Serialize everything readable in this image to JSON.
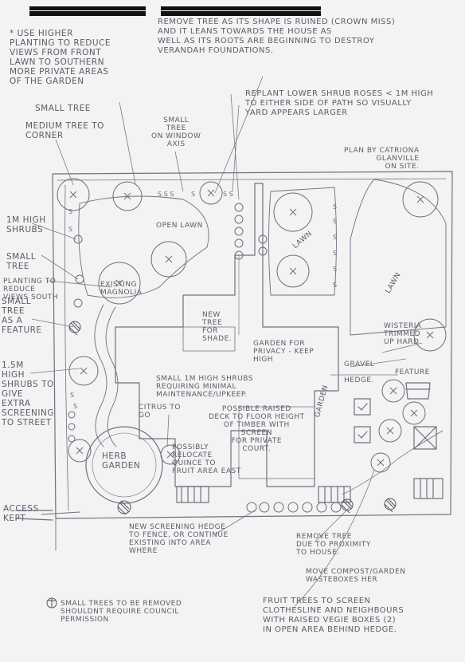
{
  "notes": {
    "higher_planting": "* USE HIGHER\nPLANTING TO REDUCE\nVIEWS FROM FRONT\nLAWN TO SOUTHERN\nMORE PRIVATE AREAS\nOF THE GARDEN",
    "small_tree_top": "SMALL TREE",
    "medium_tree": "MEDIUM TREE TO\nCORNER",
    "shrubs_1m": "1m HIGH\nSHRUBS",
    "small_tree_left": "SMALL\nTREE",
    "planting_reduce": "PLANTING TO REDUCE\nVIEWS SOUTH",
    "small_tree_feature": "SMALL\nTREE\nAS A\nFEATURE",
    "shrubs_15m": "1.5m\nHIGH\nSHRUBS TO\nGIVE\nEXTRA\nSCREENING\nTO STREET",
    "access_kept": "ACCESS\nKEPT",
    "remove_tree_top": "REMOVE TREE AS ITS SHAPE IS RUINED (CROWN MISS)\nAND IT LEANS TOWARDS THE HOUSE AS\nWELL AS ITS ROOTS ARE BEGINNING TO DESTROY\nVERANDAH FOUNDATIONS.",
    "small_tree_axis": "SMALL\nTREE\nON WINDOW\nAXIS",
    "replant_roses": "REPLANT LOWER SHRUB ROSES < 1m HIGH\nTO EITHER SIDE OF PATH SO VISUALLY\nYARD APPEARS LARGER",
    "plan_by": "PLAN BY CATRIONA\nGLANVILLE\nON SITE.",
    "open_lawn": "OPEN LAWN",
    "lawn_mid": "LAWN",
    "lawn_right": "LAWN",
    "existing_magnolia": "EXISTING\nMAGNOLIA",
    "new_tree_shade": "NEW\nTREE\nFOR\nSHADE.",
    "garden_privacy": "GARDEN FOR\nPRIVACY - KEEP\nHIGH",
    "wisteria": "WISTERIA\nTRIMMED\nUP HARD",
    "gravel": "GRAVEL",
    "hedge": "HEDGE.",
    "feature": "FEATURE",
    "small_shrubs": "SMALL 1m HIGH SHRUBS\nREQUIRING MINIMAL\nMAINTENANCE/UPKEEP.",
    "citrus_go": "CITRUS TO\nGO",
    "raised_deck": "POSSIBLE RAISED\nDECK TO FLOOR HEIGHT\nOF TIMBER WITH\nSCREEN\nFOR PRIVATE\nCOURT.",
    "herb_garden": "HERB\nGARDEN",
    "relocate_quince": "POSSIBLY\nRELOCATE\nQUINCE TO\nFRUIT AREA EAST",
    "garden_side": "GARDEN",
    "new_hedge": "NEW SCREENING HEDGE\nTO FENCE, OR CONTINUE\nEXISTING INTO AREA\nWHERE",
    "remove_tree_house": "REMOVE TREE\nDUE TO PROXIMITY\nTO HOUSE.",
    "move_compost": "MOVE COMPOST/GARDEN\nWASTEBOXES HER",
    "fruit_trees": "FRUIT TREES TO SCREEN\nCLOTHESLINE AND NEIGHBOURS\nWITH RAISED VEGIE BOXES (2)\nIN OPEN AREA BEHIND HEDGE.",
    "legend_removed": "SMALL TREES TO BE REMOVED\nSHOULDNT REQUIRE COUNCIL\nPERMISSION"
  },
  "colors": {
    "ink": "#6b6b78",
    "ink_dark": "#4c4c58",
    "paper": "#f4f2f2",
    "bar": "#111111"
  },
  "icons": {
    "tree_symbol": "circle-with-x",
    "removed_tree": "hatched-circle",
    "shrub": "small-circle"
  }
}
